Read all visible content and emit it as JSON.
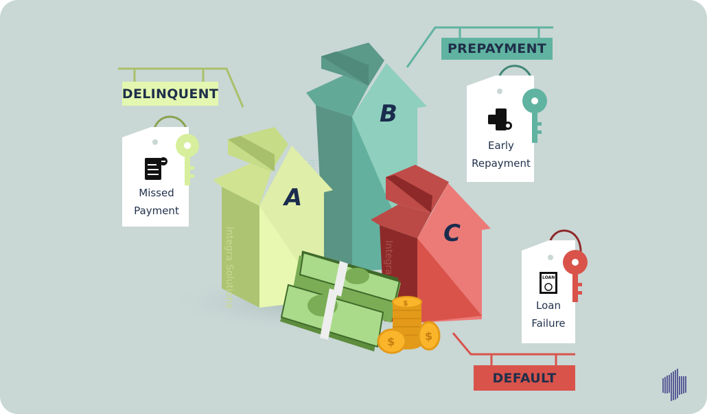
{
  "signs": {
    "delinquent": "DELINQUENT",
    "prepayment": "PREPAYMENT",
    "default": "DEFAULT"
  },
  "houses": [
    {
      "letter": "A",
      "color": "#dfeea8"
    },
    {
      "letter": "B",
      "color": "#8ecfbd"
    },
    {
      "letter": "C",
      "color": "#ec7b78"
    }
  ],
  "tags": {
    "missed_payment": {
      "line1": "Missed",
      "line2": "Payment",
      "icon": "receipt-icon",
      "key_color": "#d7ef9c"
    },
    "early_repayment": {
      "line1": "Early",
      "line2": "Repayment",
      "icon": "card-receipt-icon",
      "key_color": "#5fb3a0"
    },
    "loan_failure": {
      "line1": "Loan",
      "line2": "Failure",
      "icon": "loan-document-icon",
      "key_color": "#d9534b"
    }
  },
  "watermark": "Integra Solutions",
  "colors": {
    "background": "#c9d7d5",
    "text": "#1f2f4a",
    "delinquent": "#e3f7b0",
    "prepayment": "#5fb3a0",
    "default": "#d9534b"
  }
}
